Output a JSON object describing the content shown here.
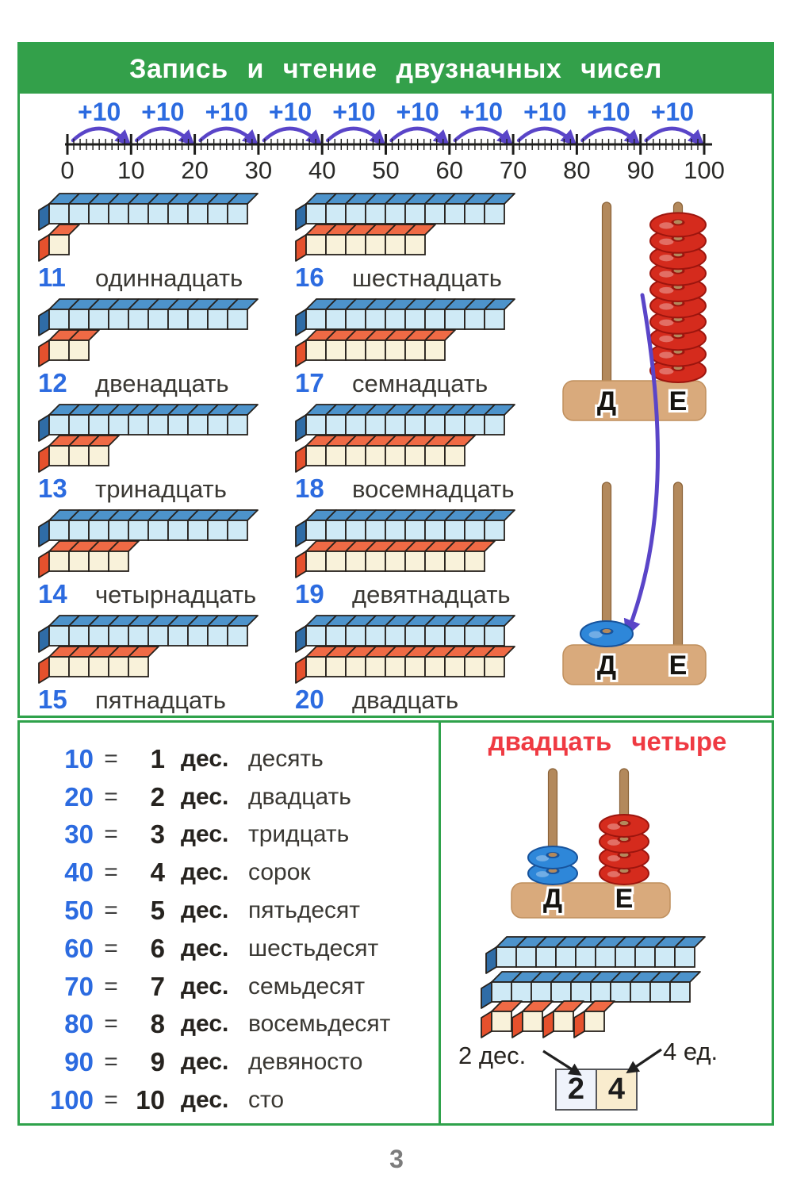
{
  "title": "Запись и чтение двузначных чисел",
  "page_number": "3",
  "number_line": {
    "increment_label": "+10",
    "tick_labels": [
      "0",
      "10",
      "20",
      "30",
      "40",
      "50",
      "60",
      "70",
      "80",
      "90",
      "100"
    ]
  },
  "teen_numbers": [
    {
      "value": "11",
      "name": "одиннадцать",
      "tens": 1,
      "ones": 1
    },
    {
      "value": "12",
      "name": "двенадцать",
      "tens": 1,
      "ones": 2
    },
    {
      "value": "13",
      "name": "тринадцать",
      "tens": 1,
      "ones": 3
    },
    {
      "value": "14",
      "name": "четырнадцать",
      "tens": 1,
      "ones": 4
    },
    {
      "value": "15",
      "name": "пятнадцать",
      "tens": 1,
      "ones": 5
    },
    {
      "value": "16",
      "name": "шестнадцать",
      "tens": 1,
      "ones": 6
    },
    {
      "value": "17",
      "name": "семнадцать",
      "tens": 1,
      "ones": 7
    },
    {
      "value": "18",
      "name": "восемнадцать",
      "tens": 1,
      "ones": 8
    },
    {
      "value": "19",
      "name": "девятнадцать",
      "tens": 1,
      "ones": 9
    },
    {
      "value": "20",
      "name": "двадцать",
      "tens": 1,
      "ones": 10
    }
  ],
  "abacus_demo": {
    "column_labels": [
      "Д",
      "Е"
    ],
    "top_abacus": {
      "tens_beads": 0,
      "ones_beads": 10,
      "ones_color": "red"
    },
    "bottom_abacus": {
      "tens_beads": 1,
      "tens_color": "blue",
      "ones_beads": 0
    }
  },
  "tens_table": [
    {
      "number": "10",
      "equals": "=",
      "count": "1",
      "unit": "дес.",
      "name": "десять"
    },
    {
      "number": "20",
      "equals": "=",
      "count": "2",
      "unit": "дес.",
      "name": "двадцать"
    },
    {
      "number": "30",
      "equals": "=",
      "count": "3",
      "unit": "дес.",
      "name": "тридцать"
    },
    {
      "number": "40",
      "equals": "=",
      "count": "4",
      "unit": "дес.",
      "name": "сорок"
    },
    {
      "number": "50",
      "equals": "=",
      "count": "5",
      "unit": "дес.",
      "name": "пятьдесят"
    },
    {
      "number": "60",
      "equals": "=",
      "count": "6",
      "unit": "дес.",
      "name": "шестьдесят"
    },
    {
      "number": "70",
      "equals": "=",
      "count": "7",
      "unit": "дес.",
      "name": "семьдесят"
    },
    {
      "number": "80",
      "equals": "=",
      "count": "8",
      "unit": "дес.",
      "name": "восемьдесят"
    },
    {
      "number": "90",
      "equals": "=",
      "count": "9",
      "unit": "дес.",
      "name": "девяносто"
    },
    {
      "number": "100",
      "equals": "=",
      "count": "10",
      "unit": "дес.",
      "name": "сто"
    }
  ],
  "example": {
    "title": "двадцать четыре",
    "column_labels": [
      "Д",
      "Е"
    ],
    "abacus": {
      "tens_beads": 2,
      "tens_color": "blue",
      "ones_beads": 4,
      "ones_color": "red"
    },
    "tens_rods": 2,
    "unit_cubes": 4,
    "tens_caption": "2 дес.",
    "ones_caption": "4 ед.",
    "digits": [
      "2",
      "4"
    ]
  },
  "colors": {
    "header_green": "#33a04a",
    "border_green": "#2fa24b",
    "accent_blue": "#2c6be0",
    "arc_purple": "#5a45c8",
    "title_red": "#ef3a42",
    "text_dark": "#3a3833",
    "rod_blue_top": "#4d93cb",
    "rod_blue_front": "#cfeaf6",
    "rod_blue_side": "#2f6ca6",
    "cube_orange_top": "#ef6a45",
    "cube_orange_front": "#f9f2da",
    "cube_orange_side": "#e5512d",
    "wood": "#d9aa7c",
    "wood_rod": "#b3895c",
    "bead_red": "#d52b1d",
    "bead_blue": "#2e87d9",
    "digit_box_tens_bg": "#eff3fb",
    "digit_box_ones_bg": "#f9ecce",
    "page_number_gray": "#7c7c7c"
  }
}
